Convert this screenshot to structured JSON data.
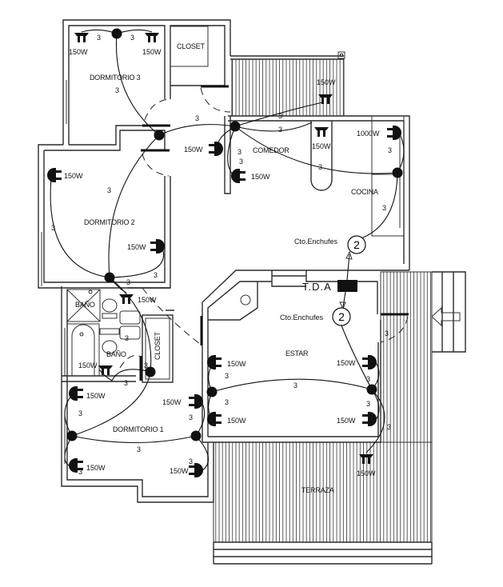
{
  "rooms": {
    "dormitorio3": "DORMITORIO 3",
    "dormitorio2": "DORMITORIO 2",
    "dormitorio1": "DORMITORIO 1",
    "closet_top": "CLOSET",
    "closet_side": "CLOSET",
    "bano1": "BAÑO",
    "bano2": "BAÑO",
    "comedor": "COMEDOR",
    "cocina": "COCINA",
    "estar": "ESTAR",
    "terraza": "TERRAZA"
  },
  "panel": {
    "label": "T.D.A"
  },
  "circuits": [
    {
      "label": "Cto.Enchufes",
      "number": "2"
    },
    {
      "label": "Cto.Enchufes",
      "number": "2"
    }
  ],
  "wire_count": "3",
  "fixtures": [
    {
      "type": "ceiling",
      "watt": "150W"
    },
    {
      "type": "ceiling",
      "watt": "150W"
    },
    {
      "type": "ceiling",
      "watt": "150W"
    },
    {
      "type": "ceiling",
      "watt": "150W"
    },
    {
      "type": "wall",
      "watt": "150W"
    },
    {
      "type": "wall",
      "watt": "150W"
    },
    {
      "type": "wall",
      "watt": "150W"
    },
    {
      "type": "wall",
      "watt": "150W"
    },
    {
      "type": "wall",
      "watt": "1000W"
    },
    {
      "type": "ceiling",
      "watt": "150W"
    },
    {
      "type": "ceiling",
      "watt": "150W"
    },
    {
      "type": "wall",
      "watt": "150W"
    },
    {
      "type": "wall",
      "watt": "150W"
    },
    {
      "type": "wall",
      "watt": "150W"
    },
    {
      "type": "wall",
      "watt": "150W"
    },
    {
      "type": "wall",
      "watt": "150W"
    },
    {
      "type": "wall",
      "watt": "150W"
    },
    {
      "type": "wall",
      "watt": "150W"
    },
    {
      "type": "wall",
      "watt": "150W"
    },
    {
      "type": "ceiling",
      "watt": "150W"
    }
  ],
  "colors": {
    "line": "#111111",
    "background": "#ffffff"
  }
}
